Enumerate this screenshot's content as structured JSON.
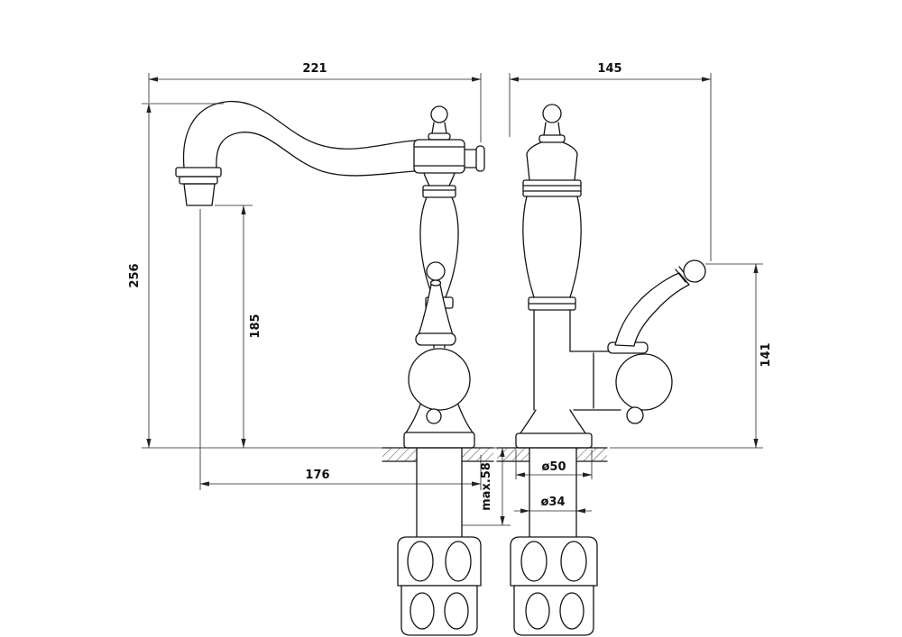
{
  "dimensions": {
    "d221": "221",
    "d145": "145",
    "d256": "256",
    "d185": "185",
    "d176": "176",
    "max58": "max.58",
    "dia50": "ø50",
    "dia34": "ø34",
    "d141": "141"
  },
  "colors": {
    "line": "#141414",
    "dimension": "#222222",
    "background": "#ffffff"
  }
}
